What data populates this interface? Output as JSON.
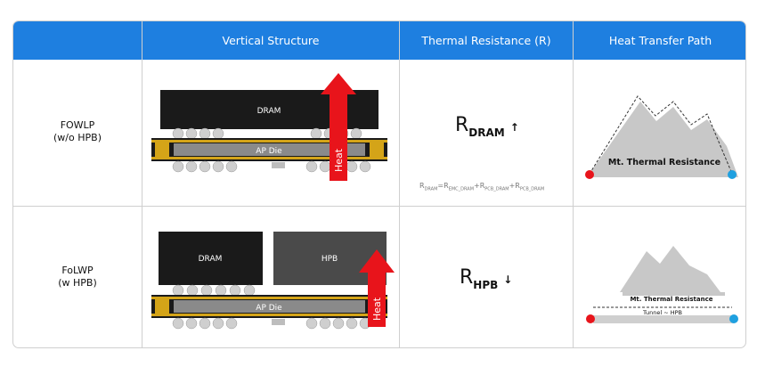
{
  "header": {
    "col1": "",
    "col2": "Vertical Structure",
    "col3": "Thermal Resistance (R)",
    "col4": "Heat Transfer Path"
  },
  "rows": [
    {
      "label_line1": "FOWLP",
      "label_line2": "(w/o HPB)",
      "dram_label": "DRAM",
      "die_label": "AP Die",
      "heat_label": "Heat",
      "r_symbol": "R",
      "r_sub": "DRAM",
      "r_arrow": "↑",
      "formula": {
        "r": "R",
        "s1": "DRAM",
        "eq": "=",
        "s2": "EMC_DRAM",
        "plus1": "+",
        "s3": "PCB_DRAM",
        "plus2": "+",
        "s4": "PCB_DRAM"
      },
      "mountain_label": "Mt. Thermal Resistance"
    },
    {
      "label_line1": "FoLWP",
      "label_line2": "(w HPB)",
      "dram_label": "DRAM",
      "hpb_label": "HPB",
      "die_label": "AP Die",
      "heat_label": "Heat",
      "r_symbol": "R",
      "r_sub": "HPB",
      "r_arrow": "↓",
      "mountain_label": "Mt. Thermal Resistance",
      "tunnel_label": "Tunnel ~ HPB"
    }
  ],
  "colors": {
    "header_bg": "#1e7fe0",
    "heat_arrow": "#e8141b",
    "start_dot": "#e8141b",
    "end_dot": "#1fa0e0",
    "mountain": "#c8c8c8",
    "chip": "#1a1a1a",
    "solder": "#cfcfcf",
    "substrate_gold": "#d4a418"
  }
}
